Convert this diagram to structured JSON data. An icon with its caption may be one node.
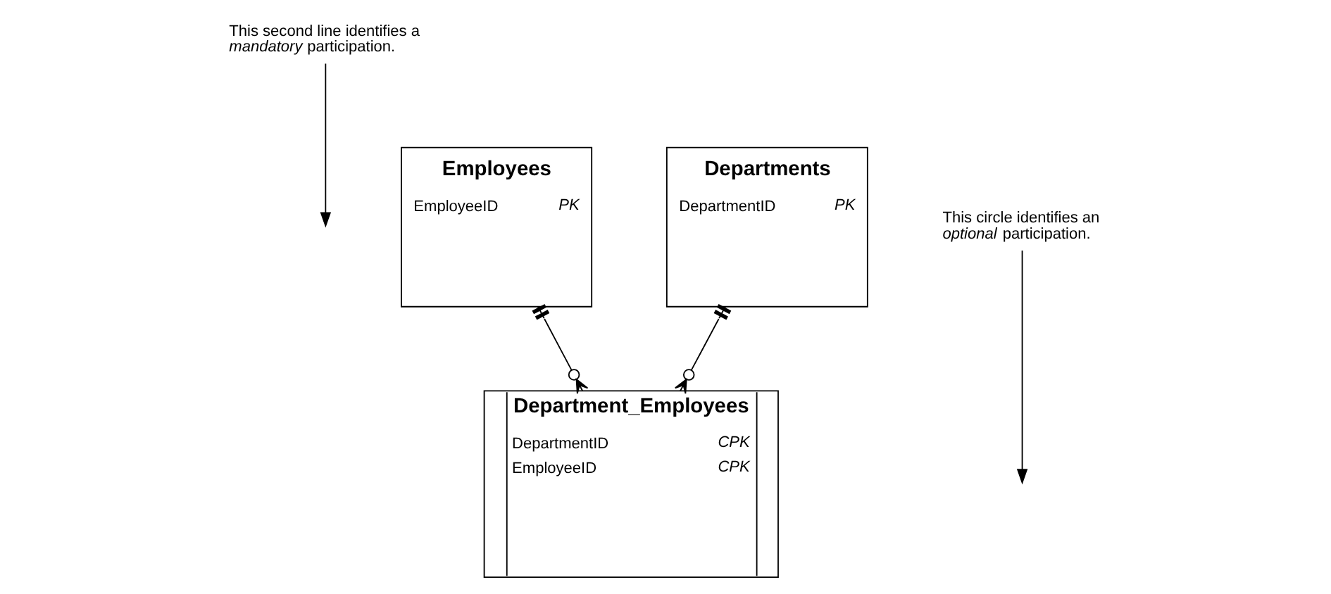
{
  "diagram": {
    "nodes": [
      {
        "text": [
          "This second line identifies a *mandatory* participation."
        ]
      },
      {
        "text": [
          "Employees",
          "EmployeeID",
          "PK"
        ]
      },
      {
        "text": [
          "Departments",
          "DepartmentID",
          "PK"
        ]
      },
      {
        "text": [
          "Department_Employees",
          "DepartmentID",
          "CPK",
          "EmployeeID",
          "CPK"
        ]
      },
      {
        "text": [
          "This circle identifies an *optional* participation."
        ]
      }
    ],
    "edges": [
      {
        "from": 1,
        "to": 3,
        "arrow": "other"
      },
      {
        "from": 2,
        "to": 3,
        "arrow": "other"
      },
      {
        "from": 0,
        "to": null,
        "arrow": "to"
      },
      {
        "from": 4,
        "to": null,
        "arrow": "to"
      }
    ]
  }
}
